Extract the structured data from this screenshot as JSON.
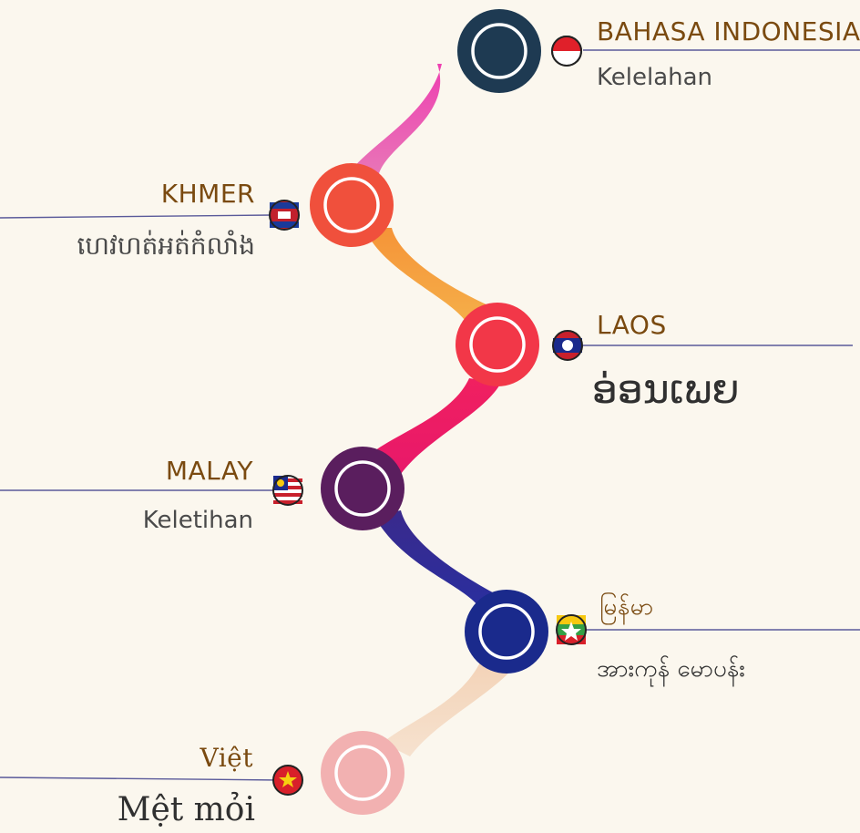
{
  "title_color": "#7a4a10",
  "line_color": "#5a5a9a",
  "languages": [
    {
      "name": "BAHASA INDONESIA",
      "word": "Kelelahan",
      "node_color": "#1e3a52",
      "flag": "indonesia-flag-icon"
    },
    {
      "name": "KHMER",
      "word": "ហេវហត់អត់កំលាំង",
      "node_color": "#f0503c",
      "flag": "cambodia-flag-icon"
    },
    {
      "name": "LAOS",
      "word": "ອ່ອນເພຍ",
      "node_color": "#f23748",
      "flag": "laos-flag-icon"
    },
    {
      "name": "MALAY",
      "word": "Keletihan",
      "node_color": "#5a1e5e",
      "flag": "malaysia-flag-icon"
    },
    {
      "name": "မြန်မာ",
      "word": "အားကုန် မောပန်း",
      "node_color": "#1a2a8c",
      "flag": "myanmar-flag-icon"
    },
    {
      "name": "Việt",
      "word": "Mệt mỏi",
      "node_color": "#f2b1b1",
      "flag": "vietnam-flag-icon"
    }
  ]
}
